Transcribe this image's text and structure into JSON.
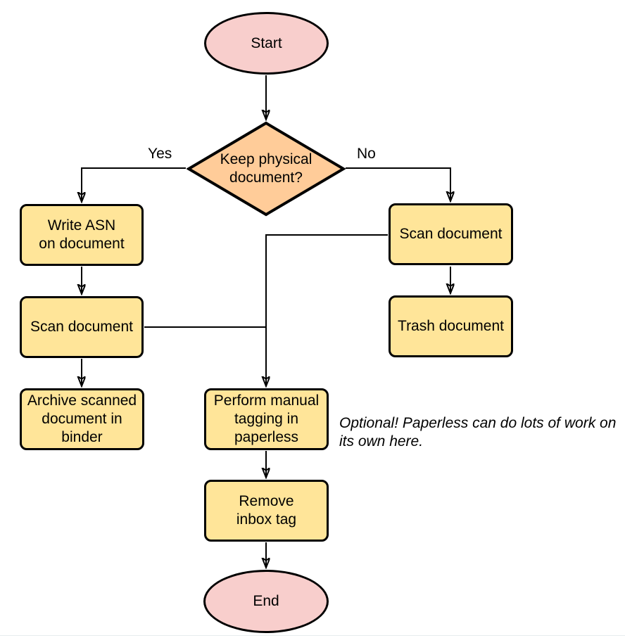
{
  "colors": {
    "background": "#ffffff",
    "terminal_fill": "#f8cecc",
    "decision_fill": "#ffcc99",
    "process_fill": "#ffe599",
    "stroke": "#000000",
    "divider": "#e7ecee"
  },
  "nodes": {
    "start": {
      "type": "terminal",
      "label": "Start"
    },
    "decision": {
      "type": "decision",
      "label": "Keep physical\ndocument?"
    },
    "write_asn": {
      "type": "process",
      "label": "Write ASN\non document"
    },
    "scan_left": {
      "type": "process",
      "label": "Scan document"
    },
    "archive": {
      "type": "process",
      "label": "Archive scanned\ndocument in\nbinder"
    },
    "scan_right": {
      "type": "process",
      "label": "Scan document"
    },
    "trash": {
      "type": "process",
      "label": "Trash document"
    },
    "tagging": {
      "type": "process",
      "label": "Perform manual\ntagging in\npaperless"
    },
    "remove_inbox": {
      "type": "process",
      "label": "Remove\ninbox tag"
    },
    "end": {
      "type": "terminal",
      "label": "End"
    }
  },
  "edge_labels": {
    "yes": "Yes",
    "no": "No"
  },
  "annotation": "Optional! Paperless can do lots of work on\nits own here."
}
